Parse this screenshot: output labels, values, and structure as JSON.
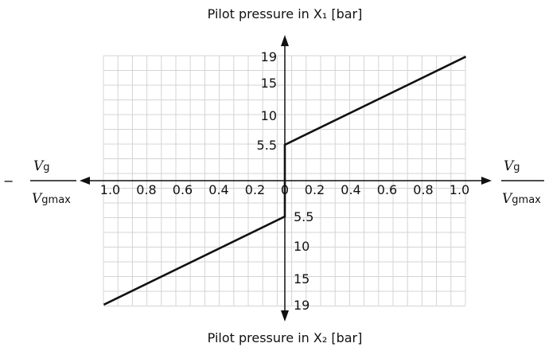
{
  "chart_data": {
    "type": "line",
    "title_top": "Pilot pressure in X₁ [bar]",
    "title_bottom": "Pilot pressure in X₂ [bar]",
    "x_label_right": {
      "numerator": "V",
      "numerator_sub": "g",
      "denominator": "V",
      "denominator_sub": "gmax"
    },
    "x_label_left": {
      "sign": "−",
      "numerator": "V",
      "numerator_sub": "g",
      "denominator": "V",
      "denominator_sub": "gmax"
    },
    "x_ticks_left": [
      "1.0",
      "0.8",
      "0.6",
      "0.4",
      "0.2"
    ],
    "x_ticks_right": [
      "0.2",
      "0.4",
      "0.6",
      "0.8",
      "1.0"
    ],
    "x_tick_zero": "0",
    "y_ticks_upper": [
      "19",
      "15",
      "10",
      "5.5"
    ],
    "y_ticks_lower": [
      "5.5",
      "10",
      "15",
      "19"
    ],
    "xlim": [
      -1.0,
      1.0
    ],
    "ylim": [
      -19,
      19
    ],
    "grid": true,
    "series": [
      {
        "points": [
          [
            -1.0,
            -19
          ],
          [
            0,
            -5.5
          ],
          [
            0,
            0
          ],
          [
            0,
            5.5
          ],
          [
            1.0,
            19
          ]
        ]
      }
    ]
  }
}
